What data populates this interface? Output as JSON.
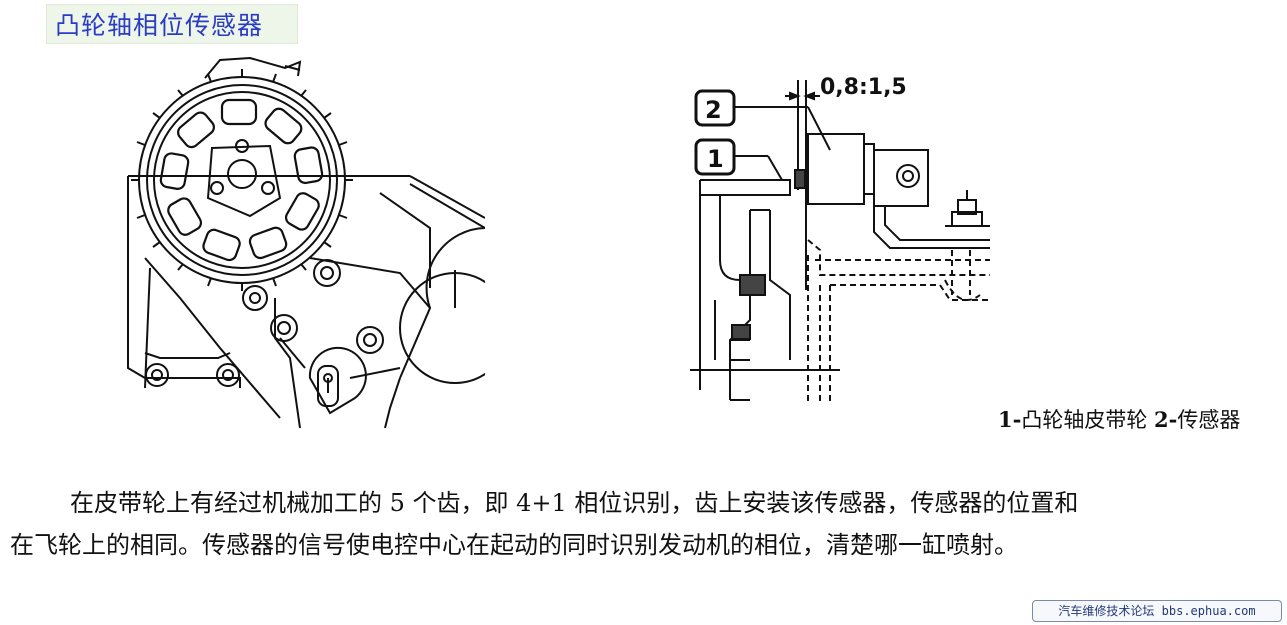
{
  "header": {
    "title": "凸轮轴相位传感器"
  },
  "figure": {
    "dimension_label": "0,8:1,5",
    "callouts": [
      "2",
      "1"
    ],
    "caption": {
      "n1": "1-",
      "t1": "凸轮轴皮带轮",
      "n2": "2-",
      "t2": "传感器"
    }
  },
  "body": {
    "line1": "在皮带轮上有经过机械加工的 5 个齿，即 4+1 相位识别，齿上安装该传感器，传感器的位置和",
    "line2": "在飞轮上的相同。传感器的信号使电控中心在起动的同时识别发动机的相位，清楚哪一缸喷射。"
  },
  "watermark": {
    "text": "汽车维修技术论坛 bbs.ephua.com"
  }
}
